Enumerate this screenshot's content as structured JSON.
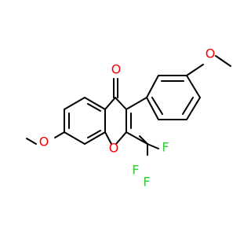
{
  "molecule": {
    "colors": {
      "bond": "#000000",
      "oxygen": "#ff0000",
      "fluorine": "#33cc33",
      "background": "#ffffff"
    },
    "atoms": {
      "carbonyl_o": "O",
      "methoxy_o_right": "O",
      "methoxy_o_left": "O",
      "ring_o": "O",
      "f_top": "F",
      "f_left": "F",
      "f_bottom": "F"
    }
  }
}
